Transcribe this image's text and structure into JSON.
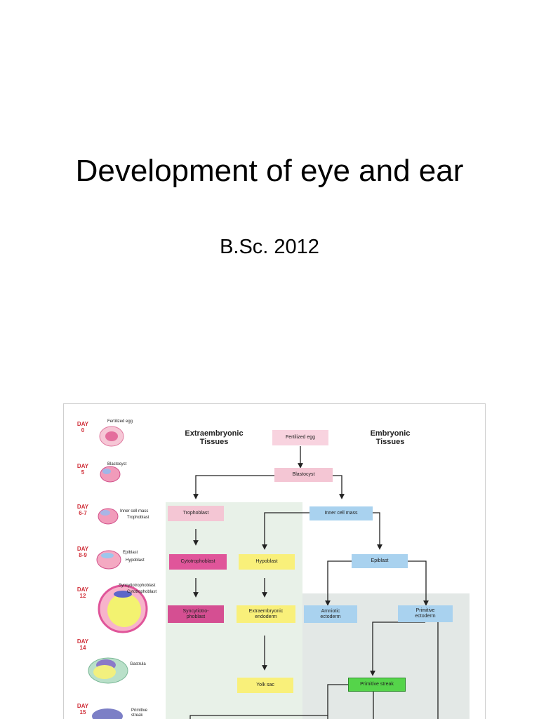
{
  "title": "Development of eye and ear",
  "subtitle": "B.Sc. 2012",
  "figure": {
    "days": [
      {
        "label": "DAY\n0",
        "cell": "Fertilized egg"
      },
      {
        "label": "DAY\n5",
        "cell": "Blastocyst"
      },
      {
        "label": "DAY\n6-7",
        "cell": "Inner cell mass",
        "cell2": "Trophoblast"
      },
      {
        "label": "DAY\n8-9",
        "cell": "Epiblast",
        "cell2": "Hypoblast"
      },
      {
        "label": "DAY\n12",
        "cell": "Syncytiotrophoblast",
        "cell2": "Cytotrophoblast"
      },
      {
        "label": "DAY\n14",
        "cell": "Gastrula"
      },
      {
        "label": "DAY\n15",
        "cell": "Primitive\nstreak"
      }
    ],
    "column_titles": {
      "extraembryonic": "Extraembryonic\nTissues",
      "embryonic": "Embryonic\nTissues"
    },
    "boxes": {
      "fertilized_egg": "Fertilized egg",
      "blastocyst": "Blastocyst",
      "trophoblast": "Trophoblast",
      "inner_cell_mass": "Inner cell mass",
      "cytotrophoblast": "Cytotrophoblast",
      "hypoblast": "Hypoblast",
      "epiblast": "Epiblast",
      "syncytiotrophoblast": "Syncytiotro-\nphoblast",
      "extraembryonic_endoderm": "Extraembryonic\nendoderm",
      "amniotic_ectoderm": "Amniotic\nectoderm",
      "primitive_ectoderm": "Primitive\nectoderm",
      "yolk_sac": "Yolk sac",
      "primitive_streak": "Primitive streak"
    },
    "colors": {
      "pink": "#f4c6d4",
      "magenta": "#e0559a",
      "yellow": "#f9f07a",
      "blue": "#a9d2ef",
      "green": "#55d44a",
      "day_label": "#d0303a",
      "panel": "#eaf0ea"
    }
  }
}
